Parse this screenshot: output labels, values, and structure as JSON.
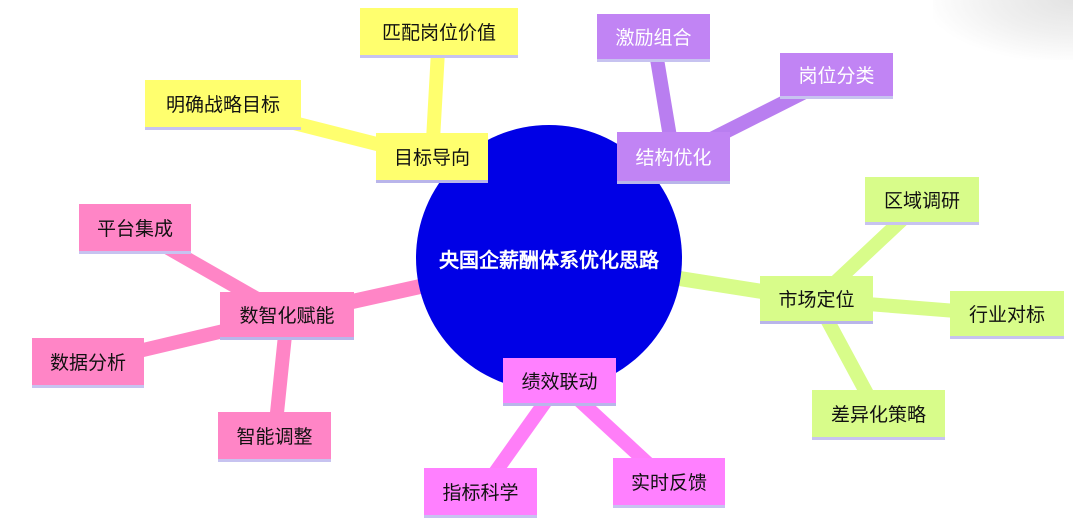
{
  "center": {
    "label": "央国企薪酬体系优化思路",
    "color": "#0000e6"
  },
  "branches": [
    {
      "id": "goal",
      "label": "目标导向",
      "color": "#ffff6e",
      "line_color": "#ffff6e",
      "children": [
        {
          "id": "match",
          "label": "匹配岗位价值"
        },
        {
          "id": "strategy",
          "label": "明确战略目标"
        }
      ]
    },
    {
      "id": "structure",
      "label": "结构优化",
      "color": "#c184f4",
      "line_color": "#b97ef0",
      "children": [
        {
          "id": "incentive",
          "label": "激励组合"
        },
        {
          "id": "classify",
          "label": "岗位分类"
        }
      ]
    },
    {
      "id": "market",
      "label": "市场定位",
      "color": "#d8fc8a",
      "line_color": "#d8fc8a",
      "children": [
        {
          "id": "region",
          "label": "区域调研"
        },
        {
          "id": "benchmark",
          "label": "行业对标"
        },
        {
          "id": "differ",
          "label": "差异化策略"
        }
      ]
    },
    {
      "id": "performance",
      "label": "绩效联动",
      "color": "#ff80ff",
      "line_color": "#ff7ef8",
      "children": [
        {
          "id": "indicator",
          "label": "指标科学"
        },
        {
          "id": "feedback",
          "label": "实时反馈"
        }
      ]
    },
    {
      "id": "digital",
      "label": "数智化赋能",
      "color": "#ff85c6",
      "line_color": "#ff85c6",
      "children": [
        {
          "id": "platform",
          "label": "平台集成"
        },
        {
          "id": "analysis",
          "label": "数据分析"
        },
        {
          "id": "adjust",
          "label": "智能调整"
        }
      ]
    }
  ]
}
